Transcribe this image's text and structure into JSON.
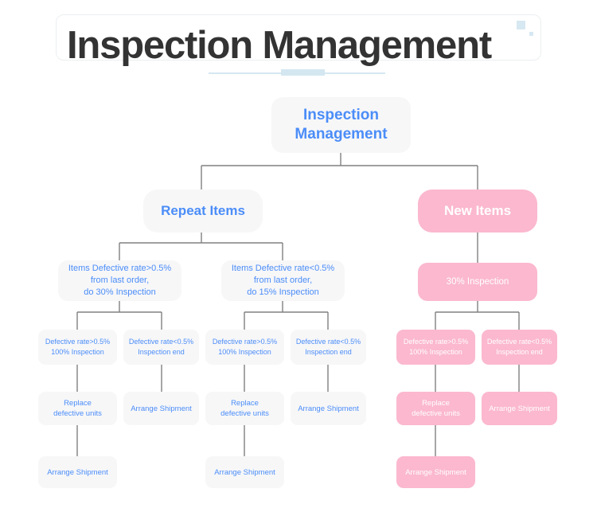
{
  "header": {
    "title": "Inspection Management",
    "decor": {
      "square_large": "decorative-square",
      "square_small": "decorative-square",
      "underline": "underline-rule"
    }
  },
  "palette": {
    "blue_text": "#4b8df8",
    "blue_node_bg": "#f7f7f8",
    "pink_node_bg": "#fbb8cf",
    "pink_text": "#ffffff",
    "connector": "#808080",
    "accent_light": "#d6e8f2",
    "title_text": "#333333",
    "page_bg": "#ffffff"
  },
  "chart_data": {
    "type": "tree-diagram",
    "title": "Inspection Management",
    "root": "Inspection Management",
    "branches": [
      "Repeat Items",
      "New Items"
    ]
  },
  "nodes": {
    "root": {
      "label": "Inspection Management"
    },
    "repeat_items": {
      "label": "Repeat Items"
    },
    "new_items": {
      "label": "New Items"
    },
    "repeat_high": {
      "label": "Items Defective rate>0.5%\nfrom last order,\ndo 30% Inspection"
    },
    "repeat_low": {
      "label": "Items Defective rate<0.5%\nfrom last order,\ndo 15% Inspection"
    },
    "new_inspection": {
      "label": "30% Inspection"
    },
    "rh_gt": {
      "label": "Defective rate>0.5%\n100% Inspection"
    },
    "rh_lt": {
      "label": "Defective rate<0.5%\nInspection end"
    },
    "rl_gt": {
      "label": "Defective rate>0.5%\n100% Inspection"
    },
    "rl_lt": {
      "label": "Defective rate<0.5%\nInspection end"
    },
    "ni_gt": {
      "label": "Defective rate>0.5%\n100% Inspection"
    },
    "ni_lt": {
      "label": "Defective rate<0.5%\nInspection end"
    },
    "rh_replace": {
      "label": "Replace\ndefective units"
    },
    "rh_arrange": {
      "label": "Arrange Shipment"
    },
    "rl_replace": {
      "label": "Replace\ndefective units"
    },
    "rl_arrange": {
      "label": "Arrange Shipment"
    },
    "ni_replace": {
      "label": "Replace\ndefective units"
    },
    "ni_arrange": {
      "label": "Arrange Shipment"
    },
    "rh_final": {
      "label": "Arrange Shipment"
    },
    "rl_final": {
      "label": "Arrange Shipment"
    },
    "ni_final": {
      "label": "Arrange Shipment"
    }
  }
}
